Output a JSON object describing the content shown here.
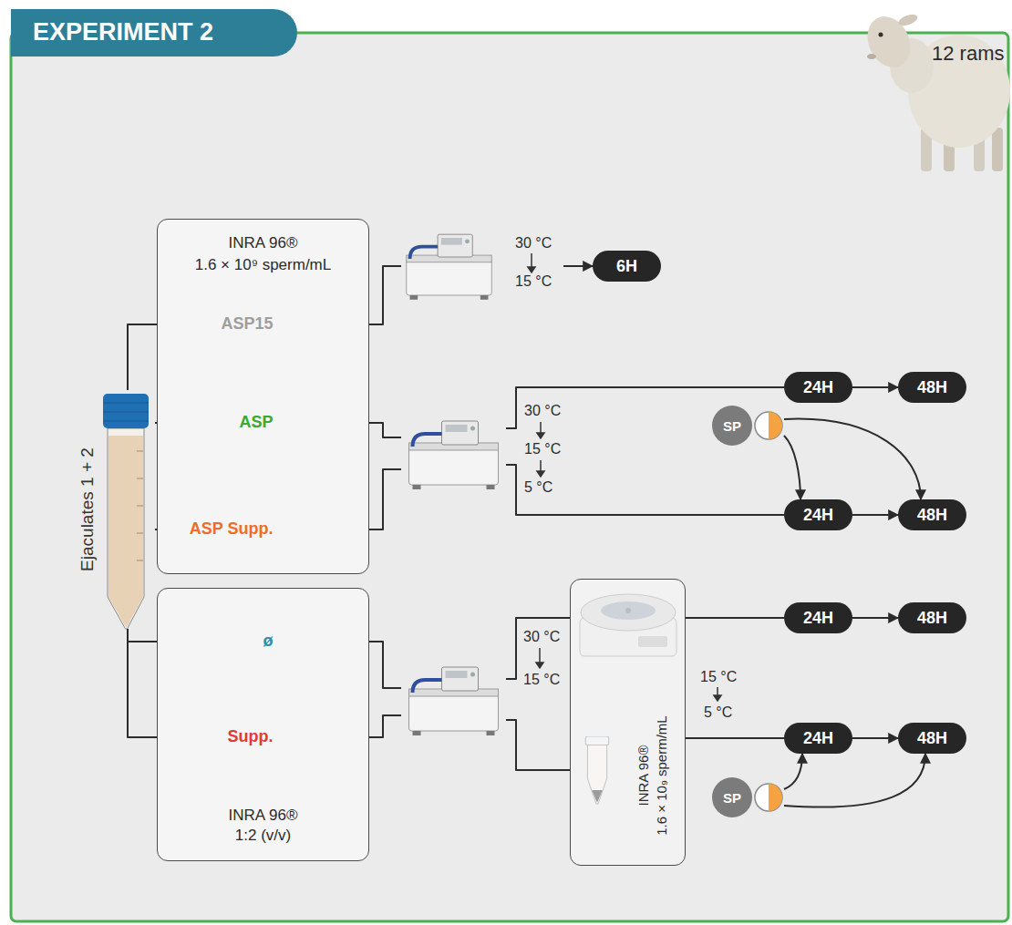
{
  "diagram": {
    "title": "EXPERIMENT 2",
    "nodes": [
      {
        "text": [
          "Ejaculates 1 + 2"
        ]
      },
      {
        "text": [
          "INRA 96®",
          "1.6 × 10⁹ sperm/mL"
        ]
      },
      {
        "text": [
          "ASP15"
        ],
        "in": 1
      },
      {
        "text": [
          "ASP"
        ],
        "in": 1
      },
      {
        "text": [
          "ASP Supp."
        ],
        "in": 1
      },
      {
        "text": [
          "INRA 96® 1:2 (v/v)"
        ]
      },
      {
        "text": [
          "ø"
        ],
        "in": 5
      },
      {
        "text": [
          "Supp."
        ],
        "in": 5
      },
      {
        "text": [
          "30 °C",
          "15 °C"
        ]
      },
      {
        "text": [
          "30 °C",
          "15 °C",
          "5 °C"
        ]
      },
      {
        "text": [
          "30 °C",
          "15 °C"
        ]
      },
      {
        "text": [
          "6H"
        ]
      },
      {
        "text": [
          "24H"
        ]
      },
      {
        "text": [
          "48H"
        ]
      },
      {
        "text": [
          "24H"
        ]
      },
      {
        "text": [
          "48H"
        ]
      },
      {
        "text": [
          "SP"
        ]
      },
      {
        "text": [
          "INRA 96®",
          "1.6 × 10₉ sperm/mL"
        ]
      },
      {
        "text": [
          "24H"
        ]
      },
      {
        "text": [
          "48H"
        ]
      },
      {
        "text": [
          "24H"
        ]
      },
      {
        "text": [
          "48H"
        ]
      },
      {
        "text": [
          "SP"
        ]
      }
    ],
    "edges": [
      {
        "from": 0,
        "to": 2,
        "arrow": "none"
      },
      {
        "from": 0,
        "to": 3,
        "arrow": "none"
      },
      {
        "from": 0,
        "to": 4,
        "arrow": "none"
      },
      {
        "from": 0,
        "to": 6,
        "arrow": "none"
      },
      {
        "from": 0,
        "to": 7,
        "arrow": "none"
      },
      {
        "from": 2,
        "to": 8,
        "arrow": "none"
      },
      {
        "from": 3,
        "to": 9,
        "arrow": "none"
      },
      {
        "from": 4,
        "to": 9,
        "arrow": "none"
      },
      {
        "from": 6,
        "to": 10,
        "arrow": "none"
      },
      {
        "from": 7,
        "to": 10,
        "arrow": "none"
      },
      {
        "from": 8,
        "to": 11,
        "arrow": "to"
      },
      {
        "from": 9,
        "to": 12,
        "arrow": "none"
      },
      {
        "from": 12,
        "to": 13,
        "arrow": "to"
      },
      {
        "from": 9,
        "to": 14,
        "arrow": "none"
      },
      {
        "from": 14,
        "to": 15,
        "arrow": "to"
      },
      {
        "from": 16,
        "to": 14,
        "arrow": "to"
      },
      {
        "from": 16,
        "to": 15,
        "arrow": "to"
      },
      {
        "from": 10,
        "to": 17,
        "arrow": "none"
      },
      {
        "from": 10,
        "to": 17,
        "arrow": "none"
      },
      {
        "from": 17,
        "to": 18,
        "arrow": "none"
      },
      {
        "from": 18,
        "to": 19,
        "arrow": "to"
      },
      {
        "from": 17,
        "to": 20,
        "arrow": "none"
      },
      {
        "from": 20,
        "to": 21,
        "arrow": "to"
      },
      {
        "from": 22,
        "to": 20,
        "arrow": "to"
      },
      {
        "from": 22,
        "to": 21,
        "arrow": "to"
      }
    ],
    "labels": [
      "12 rams",
      "15 °C",
      "5 °C"
    ]
  }
}
